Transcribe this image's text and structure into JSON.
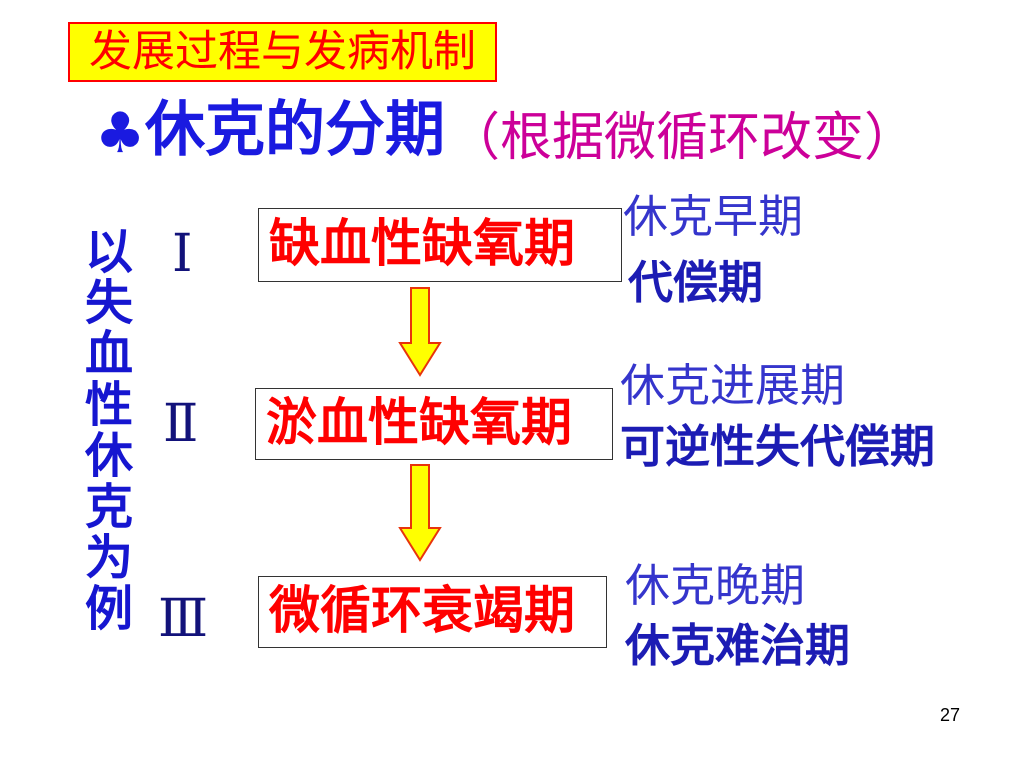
{
  "banner": {
    "text": "发展过程与发病机制"
  },
  "title": {
    "bullet": "♣",
    "main": "休克的分期",
    "sub": "（根据微循环改变）"
  },
  "side_label": "以失血性休克为例",
  "stages": [
    {
      "numeral": "Ⅰ",
      "name": "缺血性缺氧期",
      "notes": [
        "休克早期",
        "代偿期"
      ]
    },
    {
      "numeral": "Ⅱ",
      "name": "淤血性缺氧期",
      "notes": [
        "休克进展期",
        "可逆性失代偿期"
      ]
    },
    {
      "numeral": "Ⅲ",
      "name": "微循环衰竭期",
      "notes": [
        "休克晚期",
        "休克难治期"
      ]
    }
  ],
  "page_number": "27",
  "icons": {
    "title_bullet": "club-icon",
    "stage_transition": "down-arrow-icon"
  },
  "colors": {
    "red": "#ff0000",
    "banner_bg": "#ffff00",
    "title_blue": "#1a1ae0",
    "side_blue": "#1616d0",
    "note_blue": "#3535cc",
    "strong_blue": "#1c1cb4",
    "navy": "#12127a",
    "magenta": "#cc0099",
    "arrow_fill": "#ffff00",
    "arrow_stroke": "#e8340c"
  }
}
